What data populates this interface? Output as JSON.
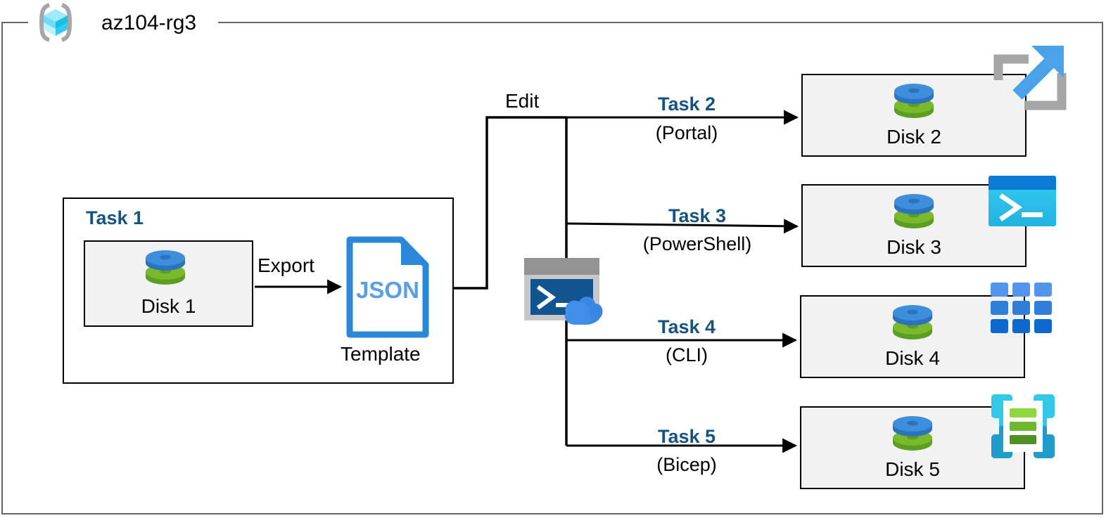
{
  "resource_group": {
    "name": "az104-rg3",
    "icon": "resource-group-cube-icon"
  },
  "task1": {
    "title": "Task 1",
    "disk_label": "Disk 1",
    "export_label": "Export",
    "template_label": "Template",
    "template_filetype": "JSON"
  },
  "edit_label": "Edit",
  "cloud_shell": {
    "icon": "cloud-shell-icon",
    "prompt": ">_"
  },
  "tasks": [
    {
      "title": "Task 2",
      "subtitle": "(Portal)",
      "disk_label": "Disk 2",
      "icon": "azure-portal-icon"
    },
    {
      "title": "Task 3",
      "subtitle": "(PowerShell)",
      "disk_label": "Disk 3",
      "icon": "powershell-icon"
    },
    {
      "title": "Task 4",
      "subtitle": "(CLI)",
      "disk_label": "Disk 4",
      "icon": "azure-cli-icon"
    },
    {
      "title": "Task 5",
      "subtitle": "(Bicep)",
      "disk_label": "Disk 5",
      "icon": "bicep-icon"
    }
  ],
  "colors": {
    "task_blue": "#17537f",
    "disk_top": "#3f8edc",
    "disk_bottom": "#77b32b",
    "json_blue": "#2b88d8",
    "frame_gray": "#666666",
    "box_fill": "#f2f2f2",
    "portal_arrow": "#4aa3e8",
    "powershell_cyan": "#32c8f0",
    "cli_blue": "#2f7fd8",
    "bicep_cyan": "#32c8e8",
    "bicep_green": "#7ac943"
  }
}
